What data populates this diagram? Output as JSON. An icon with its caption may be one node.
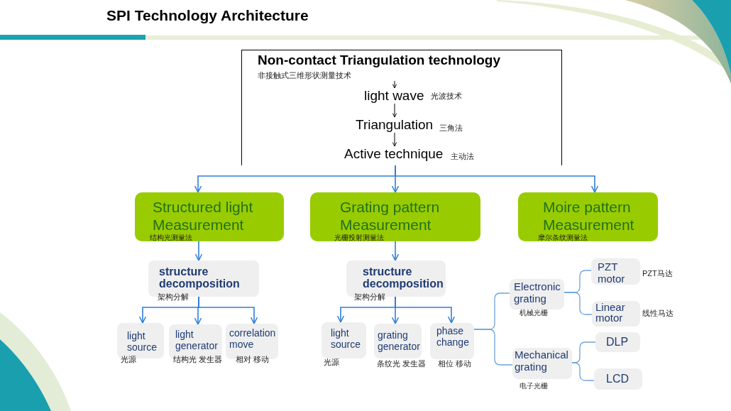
{
  "diagram": {
    "title": "SPI Technology Architecture",
    "nodes": [
      {
        "text": [],
        "shape": "box"
      },
      {
        "text": [
          "Non-contact Triangulation technology",
          "非接触式三维形状测量技术"
        ],
        "in": 0
      },
      {
        "text": [
          "light wave"
        ],
        "beside": [
          "光波技术"
        ],
        "in": 0
      },
      {
        "text": [
          "Triangulation"
        ],
        "beside": [
          "三角法"
        ],
        "in": 0
      },
      {
        "text": [
          "Active technique"
        ],
        "beside": [
          "主动法"
        ],
        "in": 0
      },
      {
        "text": [
          "Structured light Measurement",
          "结构光测量法"
        ]
      },
      {
        "text": [
          "Grating pattern Measurement",
          "光栅投射测量法"
        ]
      },
      {
        "text": [
          "Moire pattern Measurement",
          "摩尔条纹测量法"
        ]
      },
      {
        "text": [
          "structure decomposition",
          "架构分解"
        ]
      },
      {
        "text": [
          "light source",
          "光源"
        ]
      },
      {
        "text": [
          "light generator",
          "结构光 发生器"
        ]
      },
      {
        "text": [
          "correlation move",
          "相对 移动"
        ]
      },
      {
        "text": [
          "structure decomposition",
          "架构分解"
        ]
      },
      {
        "text": [
          "light source",
          "光源"
        ]
      },
      {
        "text": [
          "grating generator",
          "条纹光 发生器"
        ]
      },
      {
        "text": [
          "phase change",
          "相位 移动"
        ]
      },
      {
        "text": [
          "Electronic grating",
          "机械光栅"
        ]
      },
      {
        "text": [
          "PZT motor"
        ],
        "beside": [
          "PZT马达"
        ]
      },
      {
        "text": [
          "Linear motor"
        ],
        "beside": [
          "线性马达"
        ]
      },
      {
        "text": [
          "Mechanical grating",
          "电子光栅"
        ]
      },
      {
        "text": [
          "DLP"
        ]
      },
      {
        "text": [
          "LCD"
        ]
      }
    ],
    "edges": [
      {
        "from": 1,
        "to": 2,
        "arrow": "to",
        "color": "#000000"
      },
      {
        "from": 2,
        "to": 3,
        "arrow": "to",
        "color": "#000000"
      },
      {
        "from": 3,
        "to": 4,
        "arrow": "to",
        "color": "#000000"
      },
      {
        "from": 0,
        "to": 5,
        "arrow": "to"
      },
      {
        "from": 0,
        "to": 6,
        "arrow": "to"
      },
      {
        "from": 0,
        "to": 7,
        "arrow": "to"
      },
      {
        "from": 5,
        "to": 8,
        "arrow": "to"
      },
      {
        "from": 6,
        "to": 12,
        "arrow": "to"
      },
      {
        "from": 8,
        "to": 9,
        "arrow": "to"
      },
      {
        "from": 8,
        "to": 10,
        "arrow": "to"
      },
      {
        "from": 8,
        "to": 11,
        "arrow": "to"
      },
      {
        "from": 12,
        "to": 13,
        "arrow": "to"
      },
      {
        "from": 12,
        "to": 14,
        "arrow": "to"
      },
      {
        "from": 12,
        "to": 15,
        "arrow": "to"
      },
      {
        "from": 15,
        "to": 16,
        "arrow": "none",
        "color": "#6fa3dc"
      },
      {
        "from": 15,
        "to": 19,
        "arrow": "none",
        "color": "#6fa3dc"
      },
      {
        "from": 16,
        "to": 17,
        "arrow": "none",
        "color": "#6fa3dc"
      },
      {
        "from": 16,
        "to": 18,
        "arrow": "none",
        "color": "#6fa3dc"
      },
      {
        "from": 19,
        "to": 20,
        "arrow": "none",
        "color": "#6fa3dc"
      },
      {
        "from": 19,
        "to": 21,
        "arrow": "none",
        "color": "#6fa3dc"
      }
    ]
  }
}
